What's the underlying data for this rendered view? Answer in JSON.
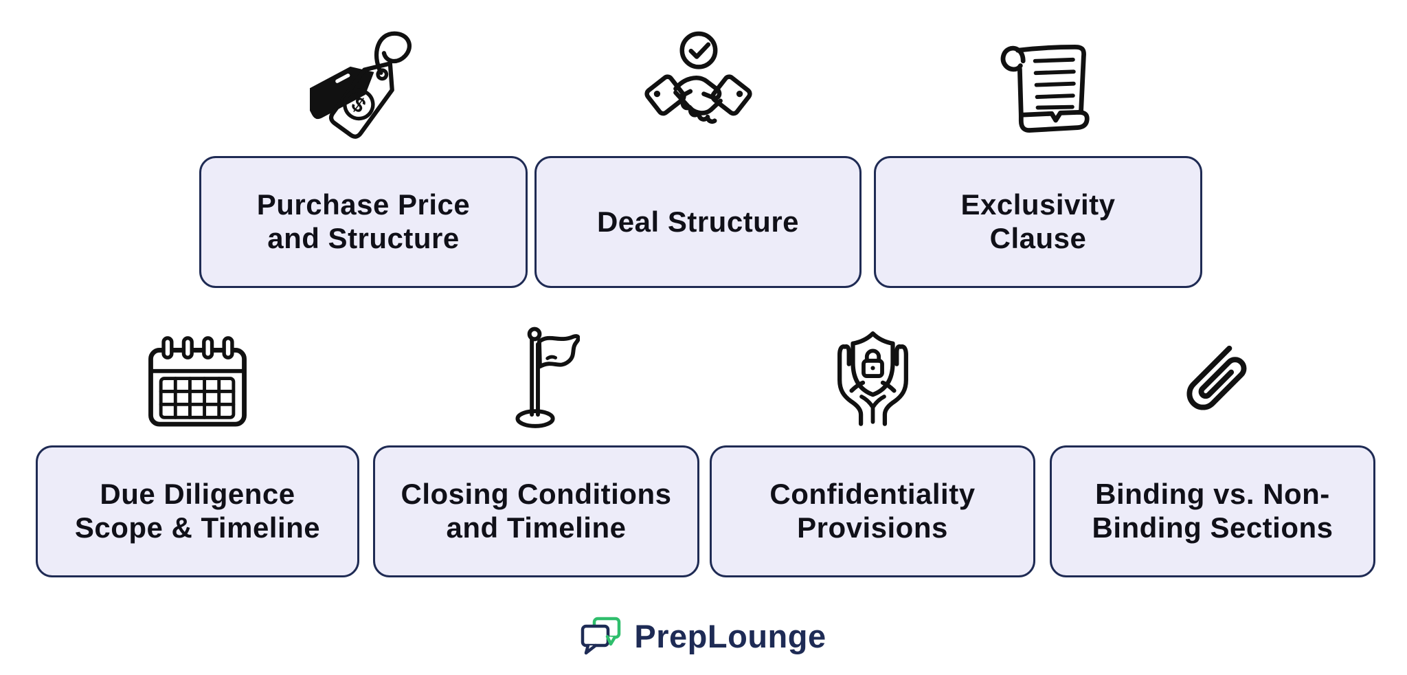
{
  "page": {
    "background_color": "#FFFFFF"
  },
  "colors": {
    "card_background": "#EDECF9",
    "card_border": "#1F2B54",
    "label_text": "#101018",
    "icon_stroke": "#111111",
    "logo_navy": "#1E2B55",
    "logo_green": "#2FBE6C"
  },
  "cards": [
    {
      "label": "Purchase Price\nand Structure",
      "icon": "price-tag-icon"
    },
    {
      "label": "Deal Structure",
      "icon": "handshake-agreement-icon"
    },
    {
      "label": "Exclusivity\nClause",
      "icon": "scroll-document-icon"
    },
    {
      "label": "Due Diligence\nScope & Timeline",
      "icon": "calendar-icon"
    },
    {
      "label": "Closing Conditions\nand Timeline",
      "icon": "flag-icon"
    },
    {
      "label": "Confidentiality\nProvisions",
      "icon": "hands-shield-lock-icon"
    },
    {
      "label": "Binding vs. Non-\nBinding Sections",
      "icon": "paperclip-icon"
    }
  ],
  "footer": {
    "logo_text": "PrepLounge"
  }
}
